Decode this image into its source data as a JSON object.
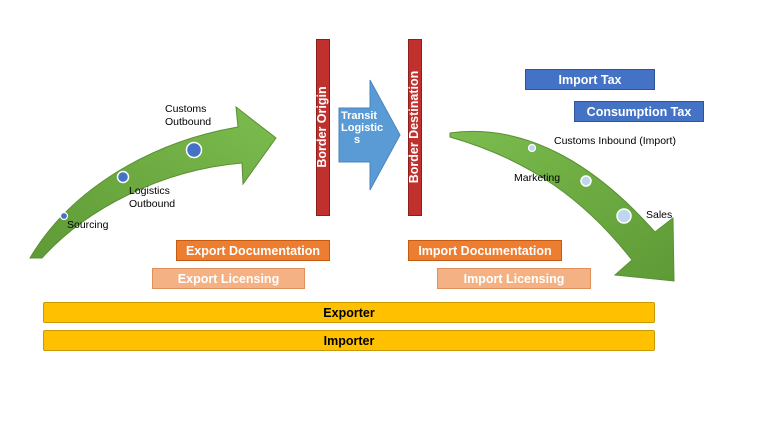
{
  "diagram": {
    "export_stages": {
      "customs_outbound": "Customs\nOutbound",
      "logistics_outbound": "Logistics\nOutbound",
      "sourcing": "Sourcing"
    },
    "border_origin": "Border Origin",
    "transit": "Transit\nLogistic\ns",
    "border_destination": "Border Destination",
    "import_stages": {
      "customs_inbound": "Customs Inbound (Import)",
      "marketing": "Marketing",
      "sales": "Sales"
    },
    "boxes": {
      "import_tax": "Import Tax",
      "consumption_tax": "Consumption Tax",
      "export_documentation": "Export Documentation",
      "export_licensing": "Export Licensing",
      "import_documentation": "Import Documentation",
      "import_licensing": "Import Licensing",
      "exporter": "Exporter",
      "importer": "Importer"
    },
    "colors": {
      "arrow_green": "#70ad47",
      "transit_blue": "#5b9bd5",
      "border_red": "#c0302d",
      "orange": "#ed7d31",
      "peach": "#f4b183",
      "blue": "#4472c4",
      "yellow": "#ffc000"
    }
  }
}
